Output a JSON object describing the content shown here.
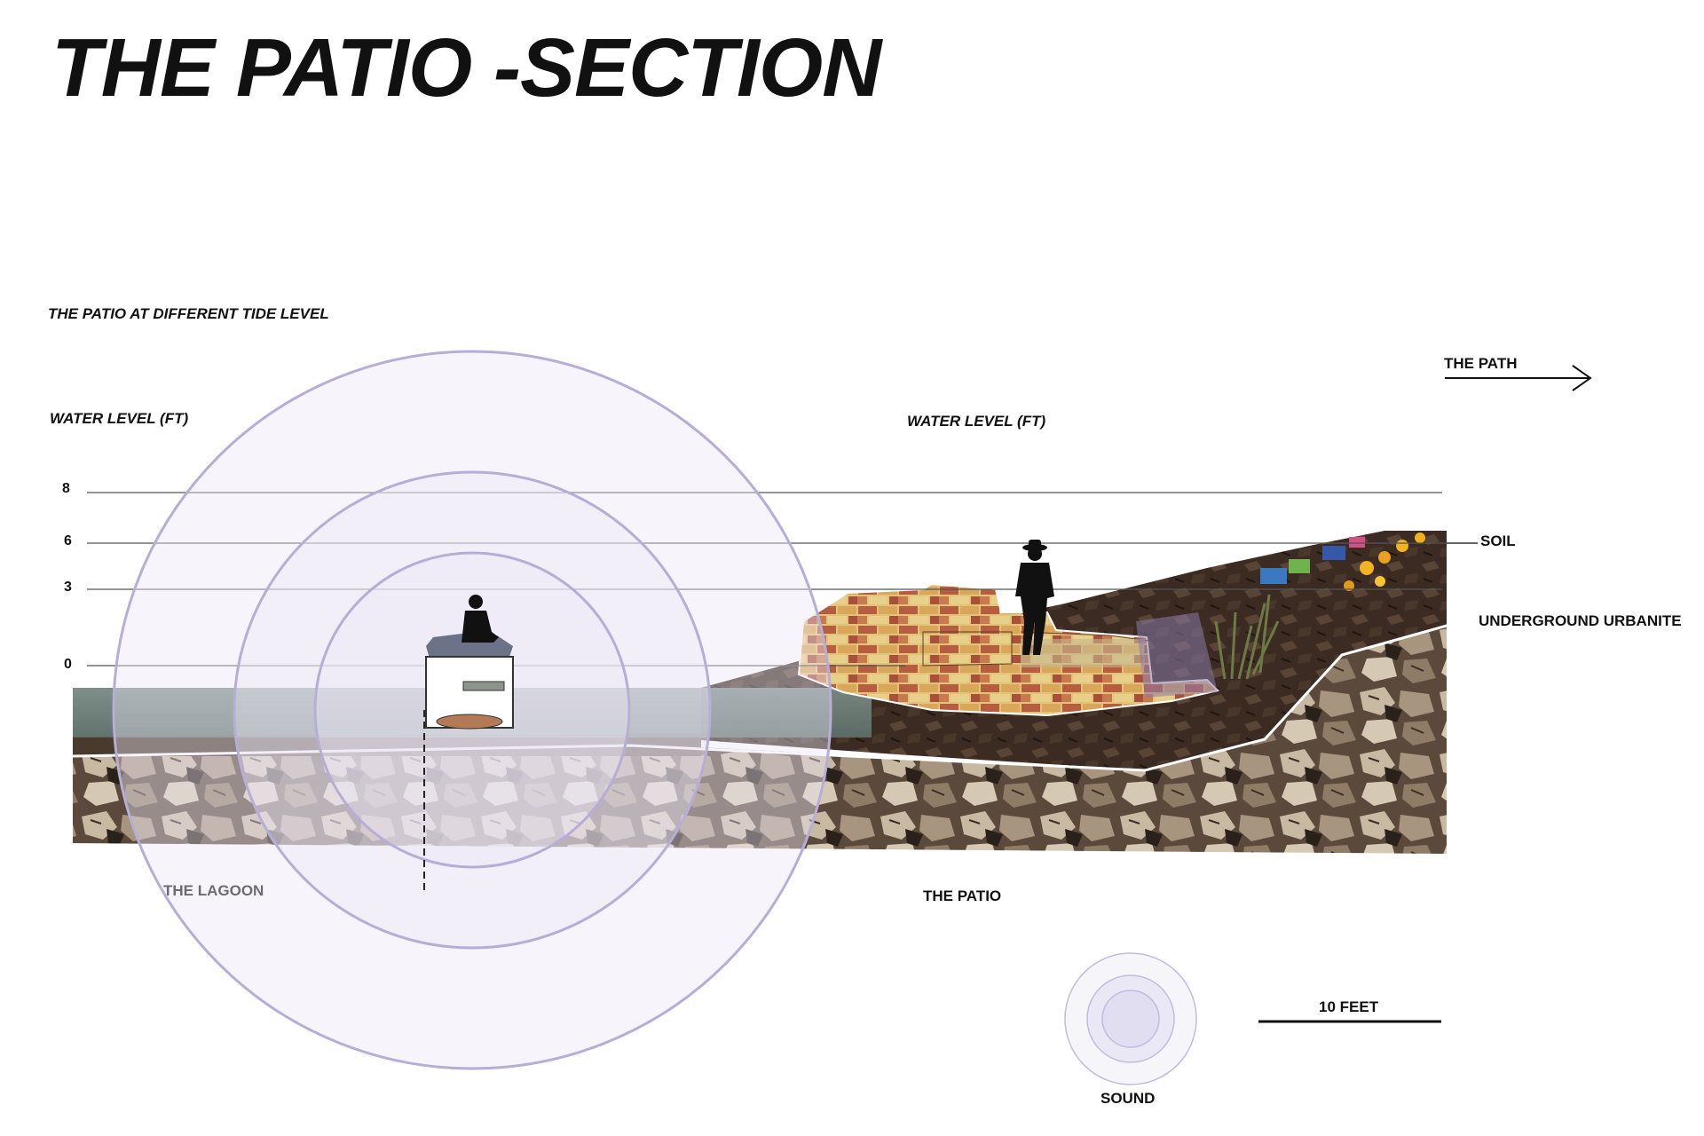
{
  "title": "THE PATIO -SECTION",
  "subtitle": "THE PATIO AT DIFFERENT TIDE LEVEL",
  "water_level_labels": [
    "WATER LEVEL (FT)",
    "WATER LEVEL (FT)"
  ],
  "water_level_ticks": [
    "8",
    "6",
    "3",
    "0"
  ],
  "labels": {
    "path": "THE PATH",
    "soil": "SOIL",
    "urbanite": "UNDERGROUND URBANITE",
    "lagoon": "THE LAGOON",
    "patio": "THE PATIO",
    "sound": "SOUND",
    "scale": "10 FEET"
  },
  "colors": {
    "sound_ring": "#b6aed6",
    "sound_fill": "#ece9f5",
    "water": "#5c6e68",
    "soil": "#3a2a22",
    "rubble": "#8a7865",
    "brick": "#b65c3f"
  }
}
